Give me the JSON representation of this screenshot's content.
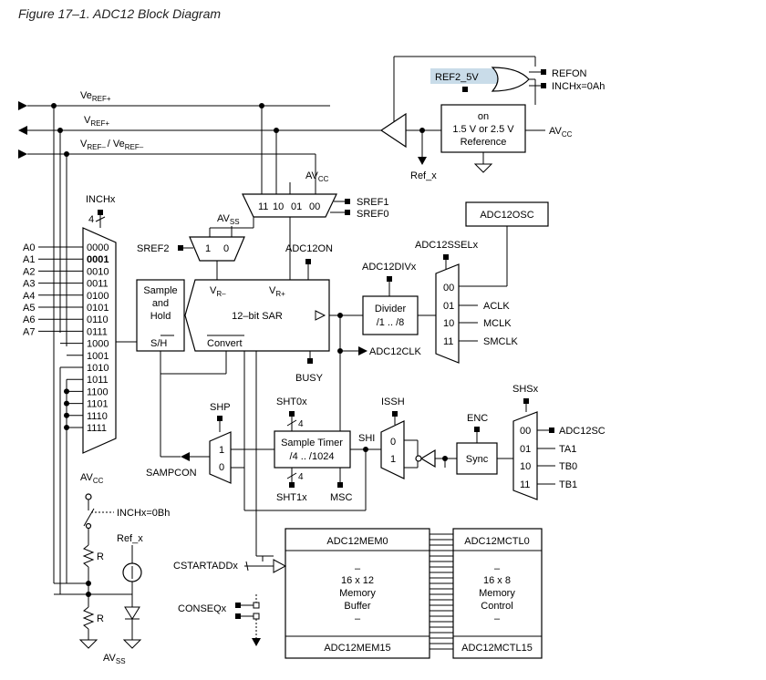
{
  "title": "Figure 17–1.  ADC12 Block Diagram",
  "refs": {
    "veref_plus": [
      "Ve",
      "REF+"
    ],
    "vref_plus": [
      "V",
      "REF+"
    ],
    "vref_minus": [
      "V",
      "REF–",
      "/ ",
      "Ve",
      "REF–"
    ]
  },
  "reference": {
    "ref2_5v": "REF2_5V",
    "refon": "REFON",
    "inchx_0ah": "INCHx=0Ah",
    "on": "on",
    "line2": "1.5 V or 2.5 V",
    "line3": "Reference",
    "avcc": [
      "AV",
      "CC"
    ],
    "ref_x": "Ref_x"
  },
  "sref_mux": {
    "avcc": [
      "AV",
      "CC"
    ],
    "inputs": [
      "11",
      "10",
      "01",
      "00"
    ],
    "sref1": "SREF1",
    "sref0": "SREF0"
  },
  "sref2_mux": {
    "avss": [
      "AV",
      "SS"
    ],
    "sref2": "SREF2",
    "inputs": [
      "1",
      "0"
    ]
  },
  "inch": {
    "label": "INCHx",
    "width": "4",
    "codes": [
      "0000",
      "0001",
      "0010",
      "0011",
      "0100",
      "0101",
      "0110",
      "0111",
      "1000",
      "1001",
      "1010",
      "1011",
      "1100",
      "1101",
      "1110",
      "1111"
    ],
    "pins": [
      "A0",
      "A1",
      "A2",
      "A3",
      "A4",
      "A5",
      "A6",
      "A7"
    ]
  },
  "sample_hold": {
    "lines": [
      "Sample",
      "and",
      "Hold"
    ],
    "sh": "S/H"
  },
  "sar": {
    "vr_minus": [
      "V",
      "R–"
    ],
    "vr_plus": [
      "V",
      "R+"
    ],
    "label": "12–bit SAR",
    "convert": "Convert",
    "adc12on": "ADC12ON",
    "busy": "BUSY"
  },
  "divider": {
    "label": "ADC12DIVx",
    "line1": "Divider",
    "line2": "/1 .. /8"
  },
  "osc": {
    "label": "ADC12OSC",
    "ssel": "ADC12SSELx",
    "inputs": [
      "00",
      "01",
      "10",
      "11"
    ],
    "sources": [
      "ACLK",
      "MCLK",
      "SMCLK"
    ]
  },
  "adc12clk": "ADC12CLK",
  "shp": {
    "label": "SHP",
    "inputs": [
      "1",
      "0"
    ],
    "sampcon": "SAMPCON"
  },
  "timer": {
    "sht0": "SHT0x",
    "sht1": "SHT1x",
    "bits": "4",
    "line1": "Sample Timer",
    "line2": "/4 .. /1024",
    "msc": "MSC",
    "shi": "SHI"
  },
  "issh": {
    "label": "ISSH",
    "inputs": [
      "0",
      "1"
    ]
  },
  "sync": {
    "enc": "ENC",
    "label": "Sync"
  },
  "shs": {
    "label": "SHSx",
    "inputs": [
      "00",
      "01",
      "10",
      "11"
    ],
    "sources": [
      "ADC12SC",
      "TA1",
      "TB0",
      "TB1"
    ]
  },
  "temp": {
    "avcc": [
      "AV",
      "CC"
    ],
    "inchx_0bh": "INCHx=0Bh",
    "r": "R",
    "ref_x": "Ref_x",
    "avss": [
      "AV",
      "SS"
    ]
  },
  "memory": {
    "mem0": "ADC12MEM0",
    "mem15": "ADC12MEM15",
    "mem_lines": [
      "–",
      "16 x 12",
      "Memory",
      "Buffer",
      "–"
    ],
    "ctl0": "ADC12MCTL0",
    "ctl15": "ADC12MCTL15",
    "ctl_lines": [
      "–",
      "16 x 8",
      "Memory",
      "Control",
      "–"
    ],
    "cstart": "CSTARTADDx",
    "conseq": "CONSEQx"
  }
}
